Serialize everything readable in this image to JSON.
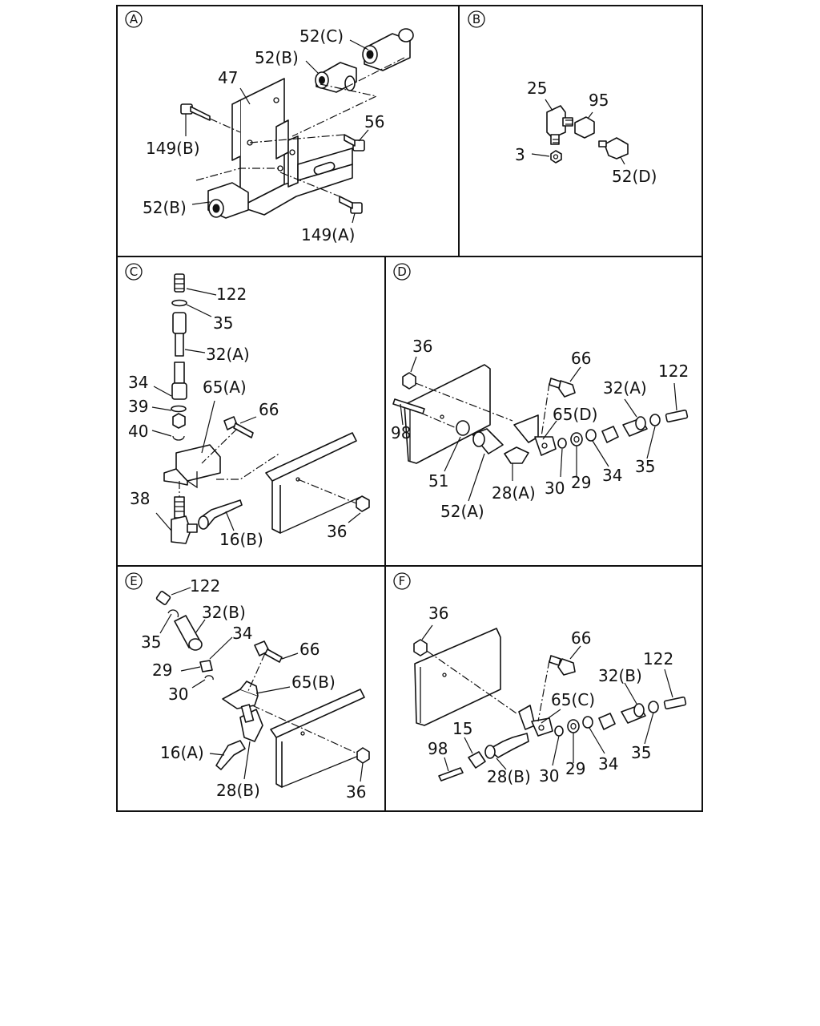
{
  "panels": [
    {
      "letter": "A",
      "labels": [
        {
          "key": "a_52c",
          "text": "52(C)"
        },
        {
          "key": "a_52b_top",
          "text": "52(B)"
        },
        {
          "key": "a_47",
          "text": "47"
        },
        {
          "key": "a_56",
          "text": "56"
        },
        {
          "key": "a_149b",
          "text": "149(B)"
        },
        {
          "key": "a_52b_bot",
          "text": "52(B)"
        },
        {
          "key": "a_149a",
          "text": "149(A)"
        }
      ]
    },
    {
      "letter": "B",
      "labels": [
        {
          "key": "b_25",
          "text": "25"
        },
        {
          "key": "b_95",
          "text": "95"
        },
        {
          "key": "b_3",
          "text": "3"
        },
        {
          "key": "b_52d",
          "text": "52(D)"
        }
      ]
    },
    {
      "letter": "C",
      "labels": [
        {
          "key": "c_122",
          "text": "122"
        },
        {
          "key": "c_35",
          "text": "35"
        },
        {
          "key": "c_32a",
          "text": "32(A)"
        },
        {
          "key": "c_34",
          "text": "34"
        },
        {
          "key": "c_65a",
          "text": "65(A)"
        },
        {
          "key": "c_39",
          "text": "39"
        },
        {
          "key": "c_66",
          "text": "66"
        },
        {
          "key": "c_40",
          "text": "40"
        },
        {
          "key": "c_38",
          "text": "38"
        },
        {
          "key": "c_16b",
          "text": "16(B)"
        },
        {
          "key": "c_36",
          "text": "36"
        }
      ]
    },
    {
      "letter": "D",
      "labels": [
        {
          "key": "d_36",
          "text": "36"
        },
        {
          "key": "d_66",
          "text": "66"
        },
        {
          "key": "d_122",
          "text": "122"
        },
        {
          "key": "d_32a",
          "text": "32(A)"
        },
        {
          "key": "d_98",
          "text": "98"
        },
        {
          "key": "d_65d",
          "text": "65(D)"
        },
        {
          "key": "d_51",
          "text": "51"
        },
        {
          "key": "d_30",
          "text": "30"
        },
        {
          "key": "d_29",
          "text": "29"
        },
        {
          "key": "d_34",
          "text": "34"
        },
        {
          "key": "d_35",
          "text": "35"
        },
        {
          "key": "d_28a",
          "text": "28(A)"
        },
        {
          "key": "d_52a",
          "text": "52(A)"
        }
      ]
    },
    {
      "letter": "E",
      "labels": [
        {
          "key": "e_122",
          "text": "122"
        },
        {
          "key": "e_32b",
          "text": "32(B)"
        },
        {
          "key": "e_35",
          "text": "35"
        },
        {
          "key": "e_34",
          "text": "34"
        },
        {
          "key": "e_66",
          "text": "66"
        },
        {
          "key": "e_29",
          "text": "29"
        },
        {
          "key": "e_30",
          "text": "30"
        },
        {
          "key": "e_65b",
          "text": "65(B)"
        },
        {
          "key": "e_16a",
          "text": "16(A)"
        },
        {
          "key": "e_28b",
          "text": "28(B)"
        },
        {
          "key": "e_36",
          "text": "36"
        }
      ]
    },
    {
      "letter": "F",
      "labels": [
        {
          "key": "f_36",
          "text": "36"
        },
        {
          "key": "f_66",
          "text": "66"
        },
        {
          "key": "f_32b",
          "text": "32(B)"
        },
        {
          "key": "f_122",
          "text": "122"
        },
        {
          "key": "f_65c",
          "text": "65(C)"
        },
        {
          "key": "f_15",
          "text": "15"
        },
        {
          "key": "f_98",
          "text": "98"
        },
        {
          "key": "f_30",
          "text": "30"
        },
        {
          "key": "f_29",
          "text": "29"
        },
        {
          "key": "f_34",
          "text": "34"
        },
        {
          "key": "f_35",
          "text": "35"
        },
        {
          "key": "f_28b",
          "text": "28(B)"
        }
      ]
    }
  ]
}
